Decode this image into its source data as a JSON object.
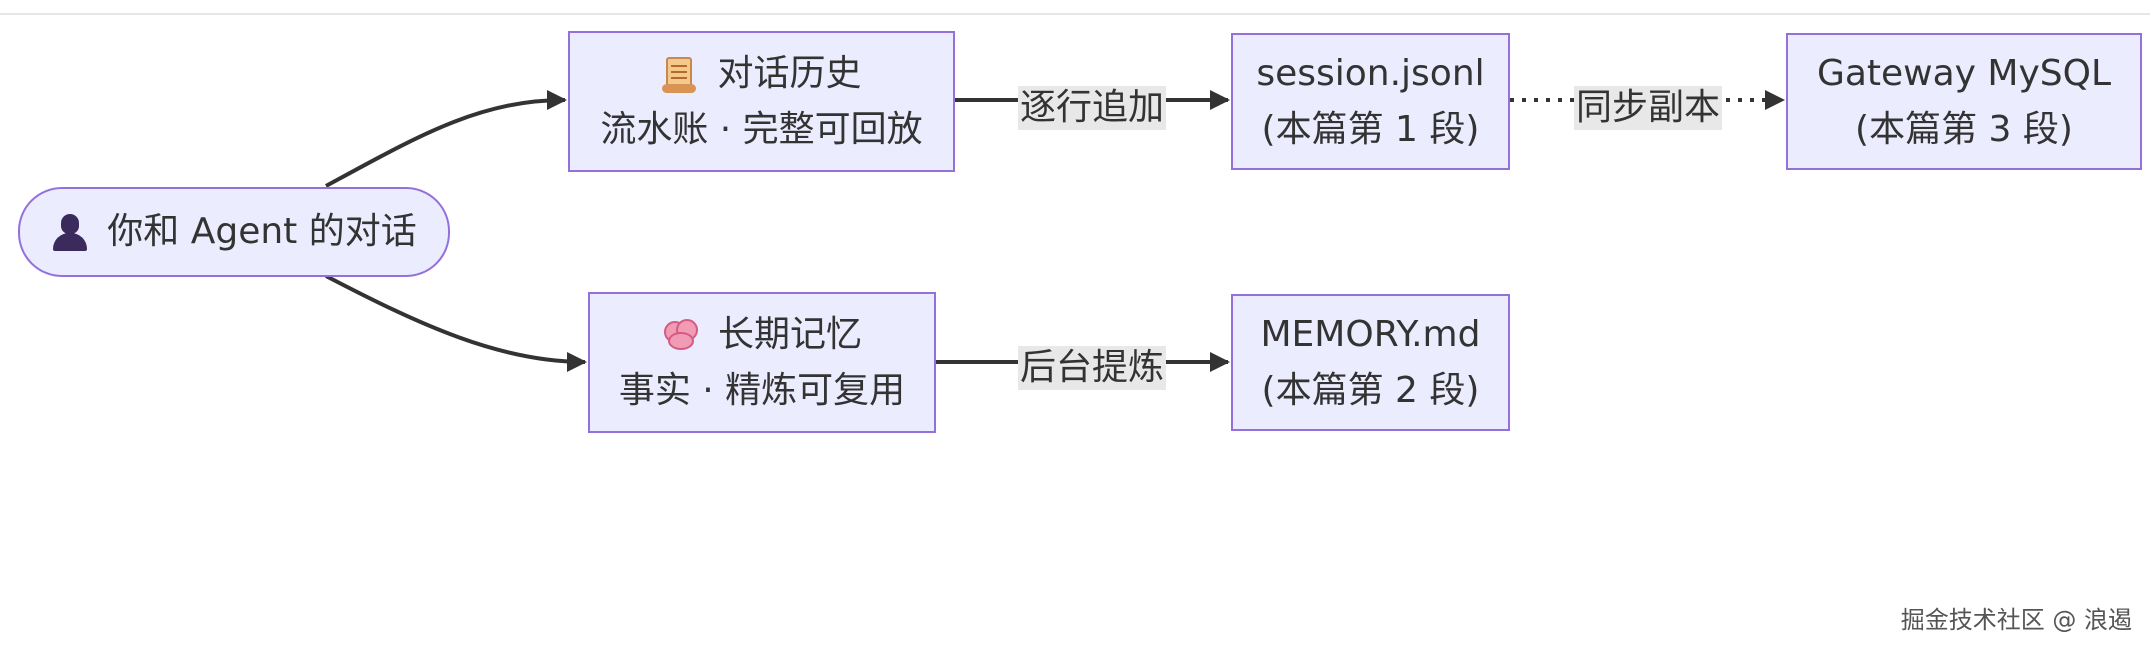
{
  "diagram": {
    "nodes": {
      "conversation": {
        "icon": "person-icon",
        "label": "你和 Agent 的对话"
      },
      "history": {
        "icon": "scroll-icon",
        "title": "对话历史",
        "subtitle": "流水账 · 完整可回放"
      },
      "memory": {
        "icon": "brain-icon",
        "title": "长期记忆",
        "subtitle": "事实 · 精炼可复用"
      },
      "session_file": {
        "title": "session.jsonl",
        "subtitle": "(本篇第 1 段)"
      },
      "memory_file": {
        "title": "MEMORY.md",
        "subtitle": "(本篇第 2 段)"
      },
      "mysql": {
        "title": "Gateway MySQL",
        "subtitle": "(本篇第 3 段)"
      }
    },
    "edges": {
      "append": {
        "label": "逐行追加",
        "style": "solid"
      },
      "refine": {
        "label": "后台提炼",
        "style": "solid"
      },
      "sync": {
        "label": "同步副本",
        "style": "dotted"
      }
    }
  },
  "colors": {
    "node_fill": "#ececff",
    "node_border": "#9370db",
    "edge": "#333333",
    "edge_label_bg": "#e8e8e8",
    "text": "#333333"
  },
  "watermark": "掘金技术社区 @ 浪遏"
}
